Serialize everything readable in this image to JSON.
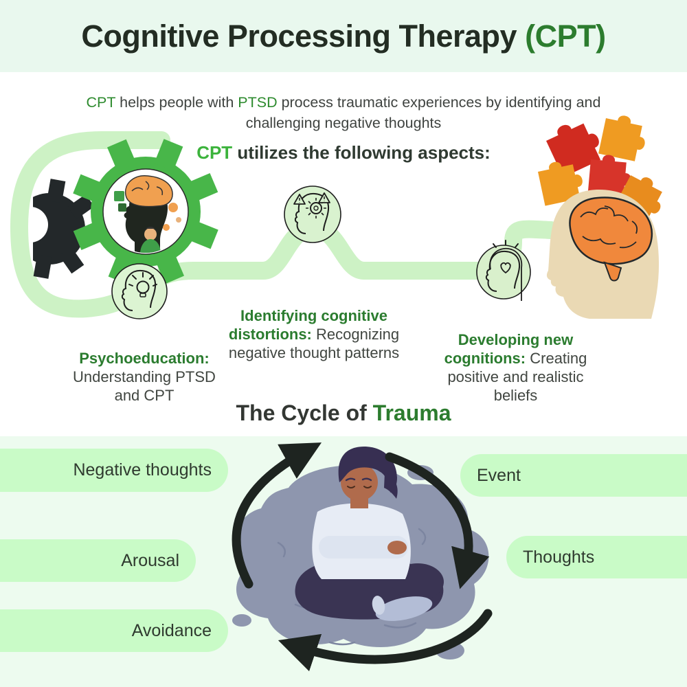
{
  "colors": {
    "header_band": "#e9f8ee",
    "section_bg": "#edfbef",
    "pill_green": "#c9fbc7",
    "path_green": "#cdf2c5",
    "accent_green_dark": "#2c7c2e",
    "accent_green_bright": "#3cb33c",
    "gear_green": "#48b649",
    "text_dark": "#3f4340",
    "brain_orange": "#f0883c",
    "puzzle_red": "#d02b20",
    "puzzle_orange": "#ef9b22",
    "cycle_arrow_black": "#1e2420"
  },
  "header": {
    "title": "Cognitive Processing Therapy",
    "highlight": "(CPT)"
  },
  "subtitle": {
    "p1": "CPT",
    "p2": " helps people with ",
    "p3": "PTSD",
    "p4": " process traumatic experiences by identifying and challenging negative thoughts"
  },
  "aspects_heading": {
    "highlight": "CPT",
    "rest": " utilizes the following aspects:"
  },
  "aspects": [
    {
      "title": "Psychoeducation:",
      "description": "Understanding PTSD and CPT",
      "icon": "head-lightbulb-icon"
    },
    {
      "title": "Identifying cognitive distortions:",
      "description": "Recognizing negative thought patterns",
      "icon": "head-gear-warning-icon"
    },
    {
      "title": "Developing new cognitions:",
      "description": "Creating positive and realistic beliefs",
      "icon": "head-heart-icon"
    }
  ],
  "cycle": {
    "heading": {
      "prefix": "The Cycle of ",
      "highlight": "Trauma"
    },
    "left_labels": [
      "Negative thoughts",
      "Arousal",
      "Avoidance"
    ],
    "right_labels": [
      "Event",
      "Thoughts"
    ]
  }
}
